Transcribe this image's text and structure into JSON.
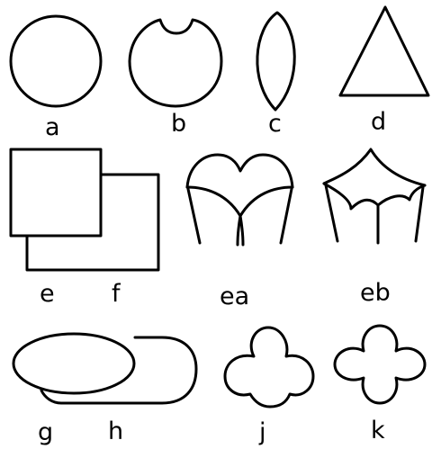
{
  "colors": {
    "stroke": "#000000",
    "background": "#ffffff"
  },
  "labels": {
    "a": "a",
    "b": "b",
    "c": "c",
    "d": "d",
    "e": "e",
    "f": "f",
    "ea": "ea",
    "eb": "eb",
    "g": "g",
    "h": "h",
    "j": "j",
    "k": "k"
  }
}
